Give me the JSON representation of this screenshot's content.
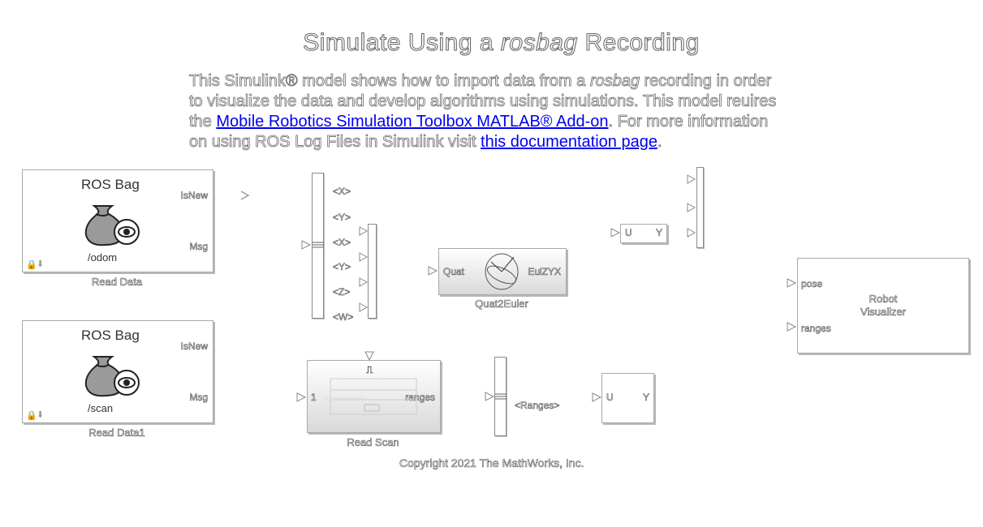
{
  "title": {
    "prefix": "Simulate Using a",
    "italic": "rosbag",
    "suffix": "Recording"
  },
  "description": {
    "line1_a": "This Simulink® model shows how to import data from a ",
    "line1_italic": "rosbag",
    "line1_b": " recording in order",
    "line2": "to visualize the data and develop algorithms using simulations. This model reuires",
    "line3_a": "the ",
    "link1": "Mobile Robotics Simulation Toolbox MATLAB® Add-on",
    "line3_b": ". For more information",
    "line4_a": "on using ROS Log Files in Simulink visit ",
    "link2": "this documentation page",
    "line4_b": "."
  },
  "read_data": {
    "header": "ROS Bag",
    "topic": "/odom",
    "port_isnew": "IsNew",
    "port_msg": "Msg",
    "label": "Read Data"
  },
  "read_data1": {
    "header": "ROS Bag",
    "topic": "/scan",
    "port_isnew": "IsNew",
    "port_msg": "Msg",
    "label": "Read Data1"
  },
  "selector1": {
    "outputs": [
      "<X>",
      "<Y>",
      "<X>",
      "<Y>",
      "<Z>",
      "<W>"
    ]
  },
  "quat2euler": {
    "in": "Quat",
    "out": "EulZYX",
    "label": "Quat2Euler"
  },
  "uy_top": {
    "in": "U",
    "out": "Y"
  },
  "robot_vis": {
    "in_pose": "pose",
    "in_ranges": "ranges",
    "label_line1": "Robot",
    "label_line2": "Visualizer"
  },
  "read_scan": {
    "in": "1",
    "out": "ranges",
    "label": "Read Scan"
  },
  "selector2": {
    "output": "<Ranges>"
  },
  "uy_bottom": {
    "in": "U",
    "out": "Y"
  },
  "copyright": "Copyright 2021 The MathWorks, Inc."
}
